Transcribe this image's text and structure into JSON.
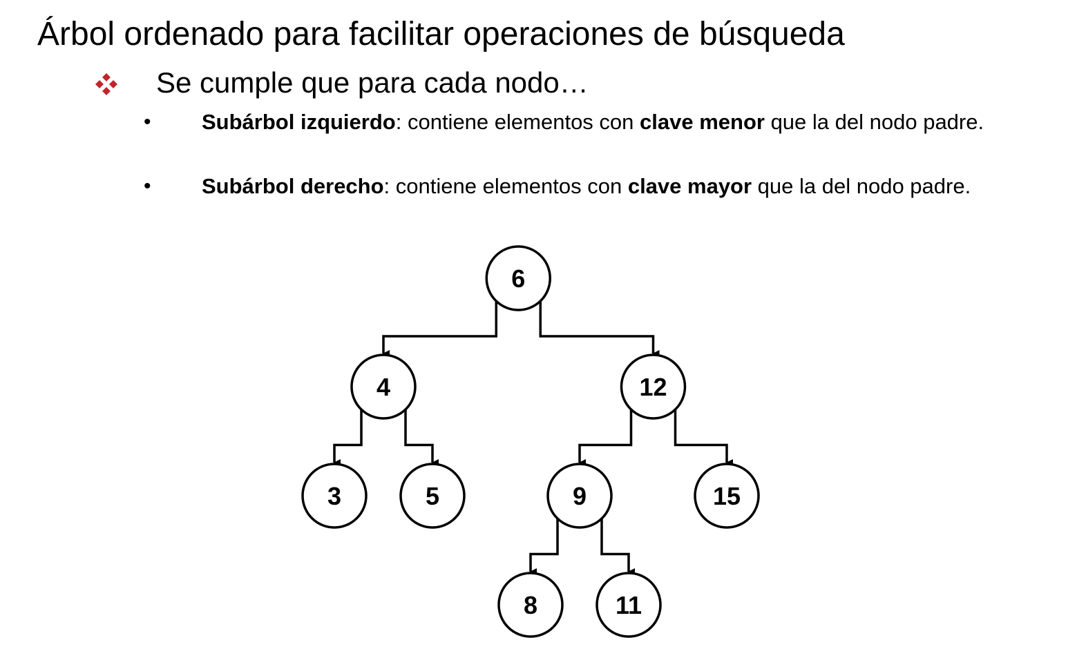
{
  "slide": {
    "title": "Árbol ordenado para facilitar operaciones de búsqueda",
    "bullet_text": "Se cumple que para cada nodo…",
    "accent_color": "#c0272d",
    "bullet_icon": "four-diamonds-icon",
    "points": [
      {
        "term": "Subárbol izquierdo",
        "text_a": ": contiene elementos con ",
        "emphasis": "clave menor",
        "text_b": " que la del nodo padre."
      },
      {
        "term": "Subárbol derecho",
        "text_a": ": contiene elementos con ",
        "emphasis": "clave mayor",
        "text_b": " que la del nodo padre."
      }
    ]
  },
  "tree": {
    "root": "6",
    "children": {
      "6": [
        "4",
        "12"
      ],
      "4": [
        "3",
        "5"
      ],
      "12": [
        "9",
        "15"
      ],
      "9": [
        "8",
        "11"
      ]
    }
  }
}
